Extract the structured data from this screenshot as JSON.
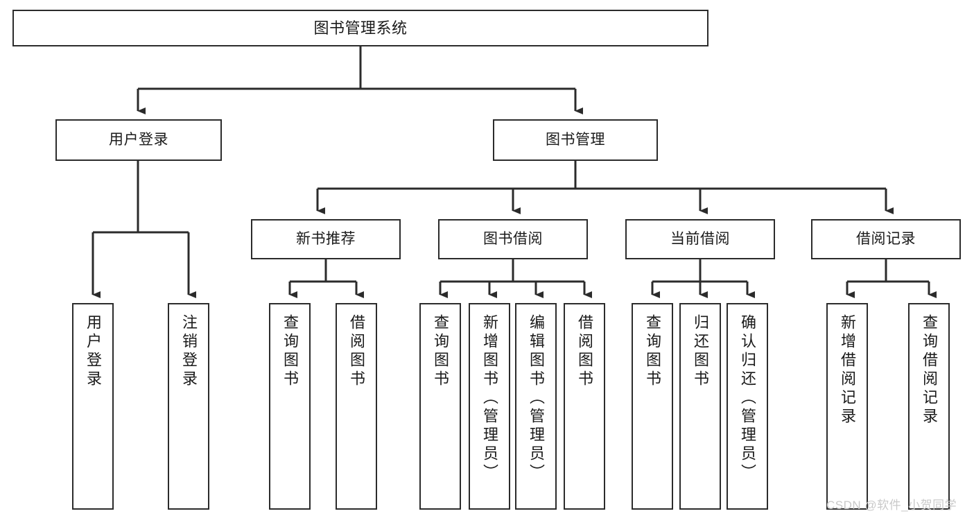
{
  "diagram": {
    "title": "图书管理系统",
    "type": "tree-hierarchy",
    "colors": {
      "background": "#ffffff",
      "node_fill": "#ffffff",
      "node_border": "#2b2b2b",
      "edge": "#2b2b2b",
      "text": "#1a1a1a",
      "watermark": "#c9c9c9"
    },
    "root": {
      "label": "图书管理系统"
    },
    "level2": [
      {
        "label": "用户登录"
      },
      {
        "label": "图书管理"
      }
    ],
    "level3": [
      {
        "label": "新书推荐"
      },
      {
        "label": "图书借阅"
      },
      {
        "label": "当前借阅"
      },
      {
        "label": "借阅记录"
      }
    ],
    "leaves": {
      "user_login": [
        {
          "label": "用户登录"
        },
        {
          "label": "注销登录"
        }
      ],
      "new_book_recommend": [
        {
          "label": "查询图书"
        },
        {
          "label": "借阅图书"
        }
      ],
      "book_borrow": [
        {
          "label": "查询图书"
        },
        {
          "label": "新增图书（管理员）"
        },
        {
          "label": "编辑图书（管理员）"
        },
        {
          "label": "借阅图书"
        }
      ],
      "current_borrow": [
        {
          "label": "查询图书"
        },
        {
          "label": "归还图书"
        },
        {
          "label": "确认归还（管理员）"
        }
      ],
      "borrow_record": [
        {
          "label": "新增借阅记录"
        },
        {
          "label": "查询借阅记录"
        }
      ]
    }
  },
  "watermark": {
    "text": "CSDN @软件_小贺同学"
  }
}
